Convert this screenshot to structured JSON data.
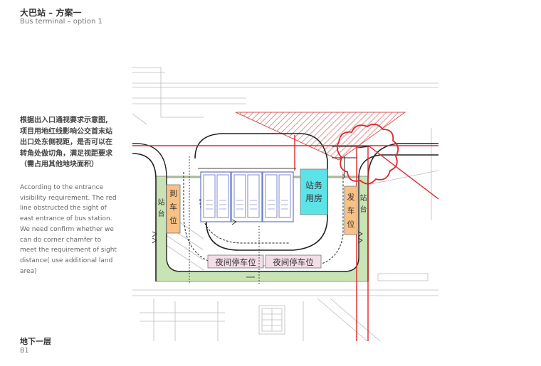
{
  "header": {
    "title_cn": "大巴站 – 方案一",
    "title_en": "Bus terminal – option 1"
  },
  "description": {
    "cn_lines": [
      "根据出入口通视要求示意图,",
      "项目用地红线影响公交首末站",
      "出口处东侧视距，是否可以在",
      "转角处做切角，满足视距要求",
      "（需占用其他地块面积）"
    ],
    "en_lines": [
      "According to the entrance",
      "visibility requirement. The red",
      "line obstructed the sight of",
      "east entrance of bus station.",
      "We need confirm whether we",
      "can do corner chamfer to",
      "meet the requirement of sight",
      "distance( use additional land",
      "area)"
    ]
  },
  "footer": {
    "floor_cn": "地下一层",
    "floor_en": "B1"
  },
  "plan": {
    "labels": {
      "arrival_1": "到",
      "arrival_2": "车",
      "arrival_3": "位",
      "platform_left_1": "站",
      "platform_left_2": "台",
      "station_office_1": "站务",
      "station_office_2": "用房",
      "departure_1": "发",
      "departure_2": "车",
      "departure_3": "位",
      "platform_right_1": "站",
      "platform_right_2": "台",
      "night_parking_1": "夜间停车位",
      "night_parking_2": "夜间停车位"
    },
    "colors": {
      "platform_green": "#c9e4b4",
      "bay_orange": "#f9c185",
      "office_cyan": "#5ce3e8",
      "night_pink": "#f3dde7",
      "red_line": "#e0262a",
      "hatch_red": "#d9534f",
      "bus_blue": "#6f7fc8"
    }
  }
}
